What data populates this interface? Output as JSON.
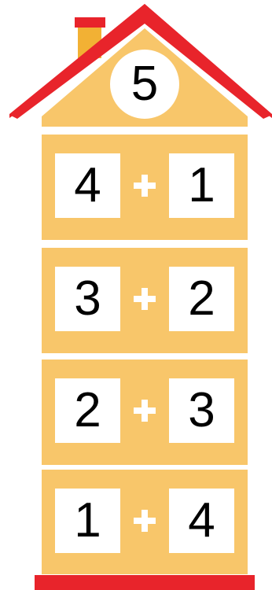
{
  "house": {
    "total": "5",
    "colors": {
      "roof": "#e8242b",
      "wall": "#f8c66a",
      "chimney": "#f2b134",
      "base": "#e8242b",
      "window": "#ffffff"
    },
    "floors": [
      {
        "left": "4",
        "operator": "+",
        "right": "1"
      },
      {
        "left": "3",
        "operator": "+",
        "right": "2"
      },
      {
        "left": "2",
        "operator": "+",
        "right": "3"
      },
      {
        "left": "1",
        "operator": "+",
        "right": "4"
      }
    ]
  }
}
